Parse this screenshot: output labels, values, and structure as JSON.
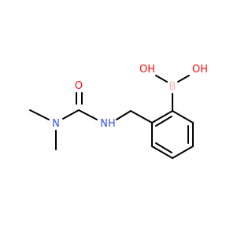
{
  "molecule": {
    "atoms": {
      "oxygen_carbonyl": {
        "text": "O",
        "color": "#ff0d0d"
      },
      "nitrogen_dimethyl": {
        "text": "N",
        "color": "#3050f8"
      },
      "nitrogen_amide": {
        "text": "NH",
        "color": "#3050f8"
      },
      "boron": {
        "text": "B",
        "color": "#ffb5b5"
      },
      "hydroxyl_left": {
        "text": "OH",
        "color": "#ff0d0d"
      },
      "hydroxyl_right": {
        "text": "OH",
        "color": "#ff0d0d"
      }
    },
    "bond_color": "#000000"
  }
}
